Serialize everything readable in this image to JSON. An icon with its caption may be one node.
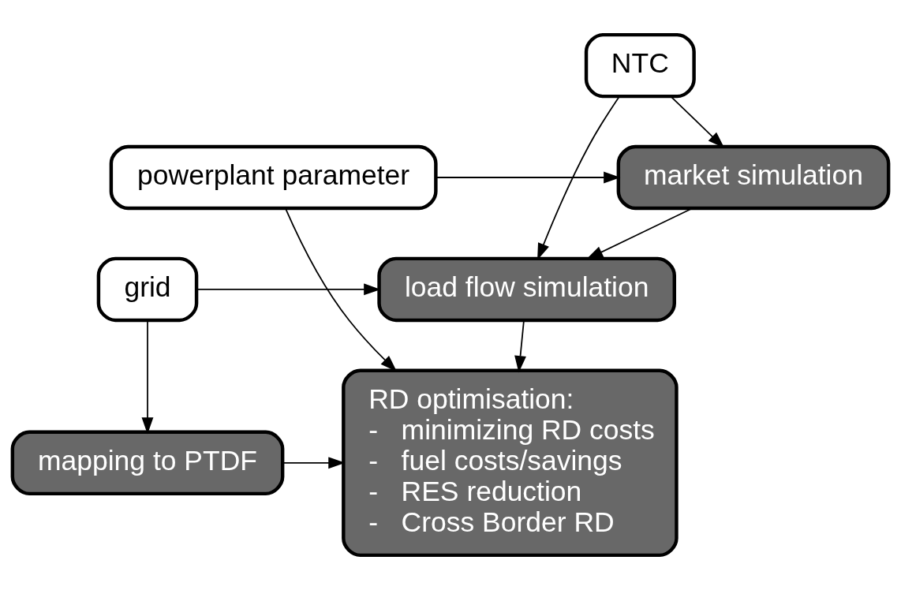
{
  "diagram": {
    "nodes": [
      {
        "text": [
          "market simulation"
        ]
      },
      {
        "text": [
          "powerplant parameter"
        ]
      },
      {
        "text": [
          "NTC"
        ]
      },
      {
        "text": [
          "load flow simulation"
        ]
      },
      {
        "text": [
          "grid"
        ]
      },
      {
        "text": [
          "RD optimisation:",
          "-   minimizing RD costs",
          "-   fuel costs/savings",
          "-   RES reduction",
          "-   Cross Border RD"
        ]
      },
      {
        "text": [
          "mapping to PTDF"
        ]
      }
    ],
    "edges": [
      {
        "from": 1,
        "to": 0,
        "arrow": "to"
      },
      {
        "from": 2,
        "to": 0,
        "arrow": "to"
      },
      {
        "from": 2,
        "to": 3,
        "arrow": "to"
      },
      {
        "from": 0,
        "to": 3,
        "arrow": "to"
      },
      {
        "from": 4,
        "to": 3,
        "arrow": "to"
      },
      {
        "from": 3,
        "to": 5,
        "arrow": "to"
      },
      {
        "from": 4,
        "to": 6,
        "arrow": "to"
      },
      {
        "from": 6,
        "to": 5,
        "arrow": "to"
      },
      {
        "from": 1,
        "to": 5,
        "arrow": "to"
      }
    ]
  }
}
